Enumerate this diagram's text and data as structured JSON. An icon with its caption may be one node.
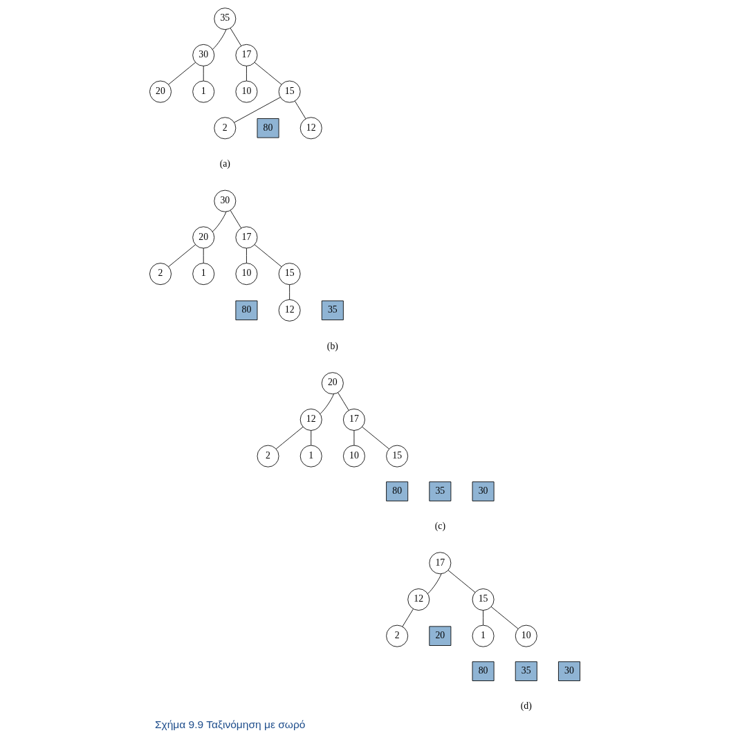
{
  "diagram": {
    "caption": "Σχήμα 9.9 Ταξινόμηση με σωρό",
    "nodes": [
      {
        "text": [
          "35"
        ]
      },
      {
        "text": [
          "17"
        ]
      },
      {
        "text": [
          "30"
        ]
      },
      {
        "text": [
          "15"
        ]
      },
      {
        "text": [
          "10"
        ]
      },
      {
        "text": [
          "20"
        ]
      },
      {
        "text": [
          "1"
        ]
      },
      {
        "text": [
          "12"
        ]
      },
      {
        "text": [
          "2"
        ]
      },
      {
        "text": [
          "80"
        ]
      },
      {
        "text": [
          "30"
        ]
      },
      {
        "text": [
          "17"
        ]
      },
      {
        "text": [
          "20"
        ]
      },
      {
        "text": [
          "15"
        ]
      },
      {
        "text": [
          "10"
        ]
      },
      {
        "text": [
          "2"
        ]
      },
      {
        "text": [
          "1"
        ]
      },
      {
        "text": [
          "12"
        ]
      },
      {
        "text": [
          "35"
        ]
      },
      {
        "text": [
          "80"
        ]
      },
      {
        "text": [
          "20"
        ]
      },
      {
        "text": [
          "17"
        ]
      },
      {
        "text": [
          "12"
        ]
      },
      {
        "text": [
          "15"
        ]
      },
      {
        "text": [
          "10"
        ]
      },
      {
        "text": [
          "2"
        ]
      },
      {
        "text": [
          "1"
        ]
      },
      {
        "text": [
          "30"
        ]
      },
      {
        "text": [
          "35"
        ]
      },
      {
        "text": [
          "80"
        ]
      },
      {
        "text": [
          "17"
        ]
      },
      {
        "text": [
          "15"
        ]
      },
      {
        "text": [
          "12"
        ]
      },
      {
        "text": [
          "1"
        ]
      },
      {
        "text": [
          "10"
        ]
      },
      {
        "text": [
          "2"
        ]
      },
      {
        "text": [
          "20"
        ]
      },
      {
        "text": [
          "30"
        ]
      },
      {
        "text": [
          "35"
        ]
      },
      {
        "text": [
          "80"
        ]
      }
    ],
    "edges": [
      {
        "from": 0,
        "to": 1,
        "arrow": "none"
      },
      {
        "from": 0,
        "to": 2,
        "arrow": "none"
      },
      {
        "from": 1,
        "to": 3,
        "arrow": "none"
      },
      {
        "from": 1,
        "to": 4,
        "arrow": "none"
      },
      {
        "from": 2,
        "to": 5,
        "arrow": "none"
      },
      {
        "from": 2,
        "to": 6,
        "arrow": "none"
      },
      {
        "from": 3,
        "to": 7,
        "arrow": "none"
      },
      {
        "from": 3,
        "to": 8,
        "arrow": "none"
      },
      {
        "from": 10,
        "to": 11,
        "arrow": "none"
      },
      {
        "from": 10,
        "to": 12,
        "arrow": "none"
      },
      {
        "from": 11,
        "to": 13,
        "arrow": "none"
      },
      {
        "from": 11,
        "to": 14,
        "arrow": "none"
      },
      {
        "from": 12,
        "to": 15,
        "arrow": "none"
      },
      {
        "from": 12,
        "to": 16,
        "arrow": "none"
      },
      {
        "from": 13,
        "to": 17,
        "arrow": "none"
      },
      {
        "from": 20,
        "to": 21,
        "arrow": "none"
      },
      {
        "from": 20,
        "to": 22,
        "arrow": "none"
      },
      {
        "from": 21,
        "to": 23,
        "arrow": "none"
      },
      {
        "from": 21,
        "to": 24,
        "arrow": "none"
      },
      {
        "from": 22,
        "to": 25,
        "arrow": "none"
      },
      {
        "from": 22,
        "to": 26,
        "arrow": "none"
      },
      {
        "from": 30,
        "to": 31,
        "arrow": "none"
      },
      {
        "from": 30,
        "to": 32,
        "arrow": "none"
      },
      {
        "from": 31,
        "to": 33,
        "arrow": "none"
      },
      {
        "from": 31,
        "to": 34,
        "arrow": "none"
      },
      {
        "from": 32,
        "to": 35,
        "arrow": "none"
      }
    ],
    "labels": [
      "(a)",
      "(b)",
      "(c)",
      "(d)"
    ]
  }
}
